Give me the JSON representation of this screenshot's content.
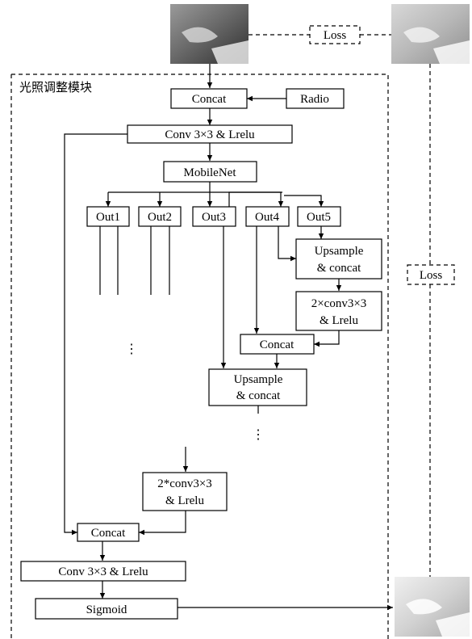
{
  "module_title": "光照调整模块",
  "nodes": {
    "concat_top": "Concat",
    "radio": "Radio",
    "conv_top": "Conv 3×3 & Lrelu",
    "mobilenet": "MobileNet",
    "out1": "Out1",
    "out2": "Out2",
    "out3": "Out3",
    "out4": "Out4",
    "out5": "Out5",
    "upsample1_l1": "Upsample",
    "upsample1_l2": "& concat",
    "conv2x_l1": "2×conv3×3",
    "conv2x_l2": "& Lrelu",
    "concat_mid": "Concat",
    "upsample2_l1": "Upsample",
    "upsample2_l2": "& concat",
    "conv2star_l1": "2*conv3×3",
    "conv2star_l2": "& Lrelu",
    "concat_bottom": "Concat",
    "conv_bottom": "Conv 3×3 & Lrelu",
    "sigmoid": "Sigmoid"
  },
  "losses": {
    "loss_top": "Loss",
    "loss_right": "Loss"
  },
  "ellipsis": {
    "left": "⋮",
    "mid": "⋮"
  },
  "images": {
    "input": "input-image",
    "target": "target-image",
    "output": "output-image"
  }
}
